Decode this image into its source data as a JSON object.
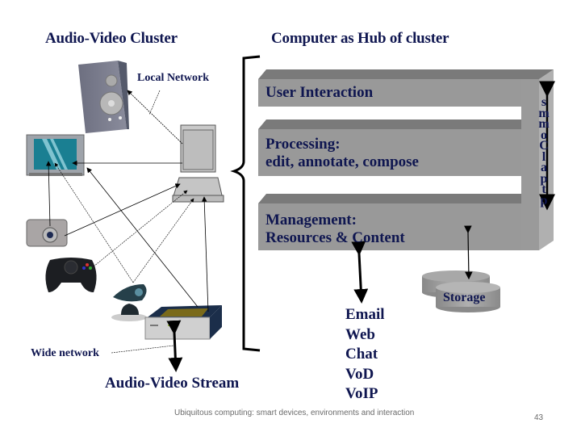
{
  "slide": {
    "left_title": "Audio-Video Cluster",
    "right_title": "Computer as Hub of cluster",
    "local_network_label": "Local Network",
    "wide_network_label": "Wide network",
    "av_stream_label": "Audio-Video Stream",
    "layers": [
      {
        "line1": "User Interaction",
        "line2": ""
      },
      {
        "line1": "Processing:",
        "line2": "edit, annotate, compose"
      },
      {
        "line1": "Management:",
        "line2": "Resources  & Content"
      }
    ],
    "vertical_label_chars": [
      "s",
      "m",
      "m",
      "o",
      "C",
      "l",
      "a",
      "p",
      "t",
      "p"
    ],
    "storage_label": "Storage",
    "services": [
      "Email",
      "Web",
      "Chat",
      "VoD",
      "VoIP"
    ],
    "devices": [
      "speaker",
      "television",
      "digital-camera",
      "game-controller",
      "webcam",
      "dvd-player",
      "laptop"
    ],
    "colors": {
      "text_navy": "#0f1650",
      "layer_gray": "#999999",
      "layer_top": "#7a7a7a",
      "tv_screen": "#1a7f92"
    }
  },
  "footer": {
    "caption": "Ubiquitous computing: smart devices, environments and interaction",
    "page_number": "43"
  }
}
